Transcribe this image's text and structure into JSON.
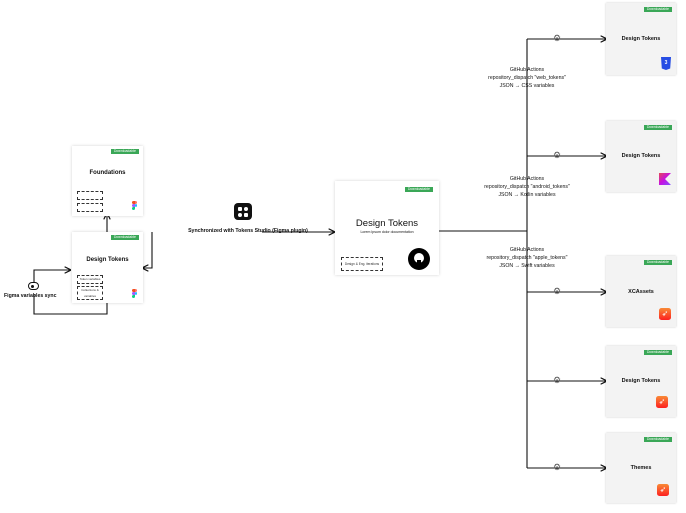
{
  "badge_text": "Downloadable",
  "figma": {
    "foundations_card": {
      "title": "Foundations",
      "dashed_boxes": [
        "",
        ""
      ]
    },
    "tokens_card": {
      "title": "Design Tokens",
      "dashed_boxes": [
        "Token variables",
        "Collections & variables"
      ]
    },
    "sync_label": "Figma variables sync"
  },
  "plugin_label": "Synchronized with Tokens Studio (Figma plugin)",
  "repo_card": {
    "title": "Design Tokens",
    "subtitle": "Lorem Ipsum dolor documentation",
    "dashed_box": "Design & Eng. iterations"
  },
  "pipelines": [
    {
      "title": "GitHub Actions",
      "dispatch": "repository_dispatch \"web_tokens\"",
      "output": "JSON → CSS variables"
    },
    {
      "title": "GitHub Actions",
      "dispatch": "repository_dispatch \"android_tokens\"",
      "output": "JSON → Kotlin variables"
    },
    {
      "title": "GitHub Actions",
      "dispatch": "repository_dispatch \"apple_tokens\"",
      "output": "JSON → Swift variables"
    }
  ],
  "outputs": [
    {
      "title": "Design Tokens",
      "icon": "css3-icon"
    },
    {
      "title": "Design Tokens",
      "icon": "kotlin-icon"
    },
    {
      "title": "XCAssets",
      "icon": "swift-icon"
    },
    {
      "title": "Design Tokens",
      "icon": "swift-icon"
    },
    {
      "title": "Themes",
      "icon": "swift-icon"
    }
  ],
  "colors": {
    "badge": "#3aa757",
    "line": "#111111"
  }
}
